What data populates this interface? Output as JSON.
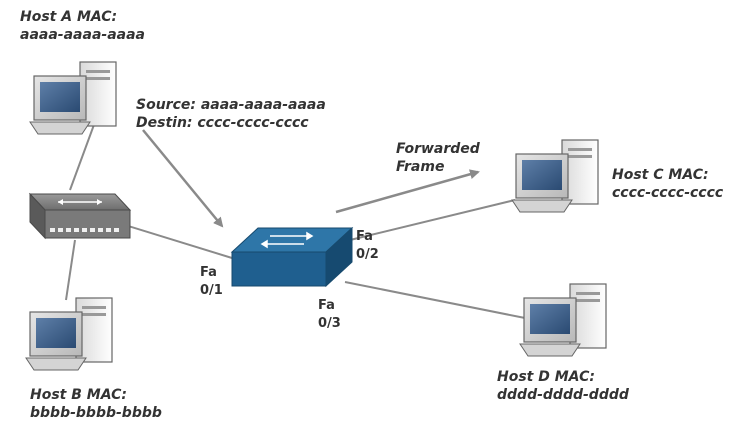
{
  "hosts": {
    "a": {
      "title": "Host A MAC:",
      "mac": "aaaa-aaaa-aaaa"
    },
    "b": {
      "title": "Host B MAC:",
      "mac": "bbbb-bbbb-bbbb"
    },
    "c": {
      "title": "Host C MAC:",
      "mac": "cccc-cccc-cccc"
    },
    "d": {
      "title": "Host D MAC:",
      "mac": "dddd-dddd-dddd"
    }
  },
  "frame": {
    "source": "Source: aaaa-aaaa-aaaa",
    "destination": "Destin: cccc-cccc-cccc",
    "forwarded_line1": "Forwarded",
    "forwarded_line2": "Frame"
  },
  "ports": {
    "p1": {
      "name": "Fa",
      "num": "0/1"
    },
    "p2": {
      "name": "Fa",
      "num": "0/2"
    },
    "p3": {
      "name": "Fa",
      "num": "0/3"
    }
  },
  "colors": {
    "switch_blue": "#1f5f8f",
    "link_gray": "#8a8a8a",
    "label_text": "#333333"
  }
}
